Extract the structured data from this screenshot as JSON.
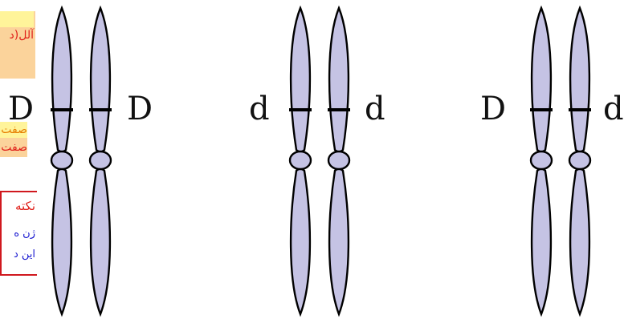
{
  "notes": {
    "box1_text": "آلل(د",
    "box2_text": "صفت",
    "box3_text": "صفت",
    "box4": {
      "line1": "نکته",
      "line2": "ژن ه",
      "line3": "این د"
    }
  },
  "colors": {
    "chromosome_fill": "#c5c3e4",
    "outline": "#000000",
    "note_yellow": "#fff49a",
    "note_orange": "#fbd39b",
    "note_red_text": "#e0201a",
    "note_blue_text": "#1a1ad0"
  },
  "pairs": [
    {
      "left_allele": "D",
      "right_allele": "D"
    },
    {
      "left_allele": "d",
      "right_allele": "d"
    },
    {
      "left_allele": "D",
      "right_allele": "d"
    }
  ]
}
